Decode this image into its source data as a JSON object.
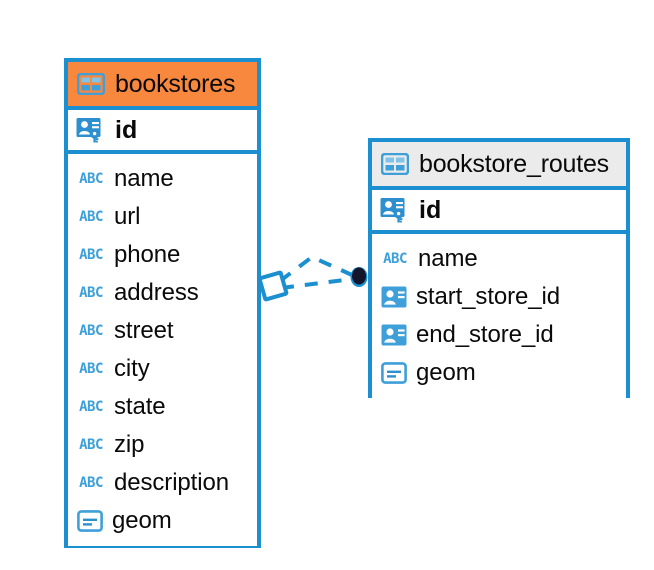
{
  "diagram": {
    "type": "entity-relationship-diagram",
    "background_color": "#FFFFFF",
    "accent_color": "#1B8FD0",
    "highlight_color": "#F7883E",
    "header_neutral_color": "#EBEBEB",
    "relationship": {
      "name": "bookstores-to-bookstore-routes",
      "style": "dashed",
      "color": "#1B8FD0",
      "source_endpoint": "diamond",
      "target_endpoint": "filled-circle",
      "target_endpoint_color": "#1A1A2E",
      "line_count": 2
    }
  },
  "entities": [
    {
      "name": "bookstores",
      "header_style": "accent-orange",
      "table_icon": "table-icon",
      "primary_key": {
        "label": "id",
        "icon": "primary-key-icon"
      },
      "fields": [
        {
          "label": "name",
          "icon": "abc-text-icon",
          "type": "text"
        },
        {
          "label": "url",
          "icon": "abc-text-icon",
          "type": "text"
        },
        {
          "label": "phone",
          "icon": "abc-text-icon",
          "type": "text"
        },
        {
          "label": "address",
          "icon": "abc-text-icon",
          "type": "text"
        },
        {
          "label": "street",
          "icon": "abc-text-icon",
          "type": "text"
        },
        {
          "label": "city",
          "icon": "abc-text-icon",
          "type": "text"
        },
        {
          "label": "state",
          "icon": "abc-text-icon",
          "type": "text"
        },
        {
          "label": "zip",
          "icon": "abc-text-icon",
          "type": "text"
        },
        {
          "label": "description",
          "icon": "abc-text-icon",
          "type": "text"
        },
        {
          "label": "geom",
          "icon": "geometry-icon",
          "type": "geometry"
        }
      ]
    },
    {
      "name": "bookstore_routes",
      "header_style": "accent-gray",
      "table_icon": "table-icon",
      "primary_key": {
        "label": "id",
        "icon": "primary-key-icon"
      },
      "fields": [
        {
          "label": "name",
          "icon": "abc-text-icon",
          "type": "text"
        },
        {
          "label": "start_store_id",
          "icon": "foreign-key-icon",
          "type": "reference"
        },
        {
          "label": "end_store_id",
          "icon": "foreign-key-icon",
          "type": "reference"
        },
        {
          "label": "geom",
          "icon": "geometry-icon",
          "type": "geometry"
        }
      ]
    }
  ],
  "icon_labels": {
    "abc": "ABC"
  }
}
